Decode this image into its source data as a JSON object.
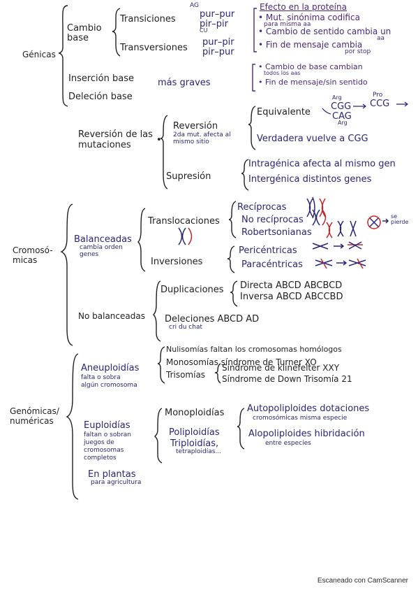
{
  "colors": {
    "ink_black": "#1f1f1f",
    "ink_navy": "#2a2575",
    "ink_purple": "#4a2a7a",
    "ink_red": "#c0282b"
  },
  "genicas": {
    "label": "Génicas",
    "cambio_base": "Cambio base",
    "transiciones": "Transiciones",
    "ag": "AG",
    "pur_pur": "pur–pur",
    "pir_pir": "pir–pir",
    "cu": "CU",
    "transversiones": "Transversiones",
    "pur_pir": "pur–pir",
    "pir_pur": "pir–pur",
    "insercion": "Inserción base",
    "delecion": "Deleción base",
    "mas_graves": "más graves",
    "efecto_title": "Efecto en la proteína",
    "efecto_1": "Mut. sinónima codifica",
    "efecto_1b": "para misma aa",
    "efecto_2": "Cambio de sentido cambia un",
    "efecto_2b": "aa",
    "efecto_3": "Fin de mensaje cambia",
    "efecto_3b": "por stop",
    "efecto_4": "Cambio de base cambian",
    "efecto_4b": "todos los aas",
    "efecto_5": "Fin de mensaje/sin sentido"
  },
  "reversion": {
    "label": "Reversión de las mutaciones",
    "reversion": "Reversión",
    "reversion_sub": "2da mut. afecta al mismo sitio",
    "equivalente": "Equivalente",
    "arg1": "Arg",
    "cgg1": "CGG",
    "pro": "Pro",
    "ccg": "CCG",
    "cag": "CAG",
    "arg2": "Arg",
    "verdadera": "Verdadera vuelve a CGG",
    "supresion": "Supresión",
    "intragenica": "Intragénica afecta al mismo gen",
    "intergenica": "Intergénica distintos genes"
  },
  "cromosomicas": {
    "label": "Cromosó- micas",
    "balanceadas": "Balanceadas",
    "balanceadas_sub": "cambia orden genes",
    "translocaciones": "Translocaciones",
    "reciprocas": "Recíprocas",
    "no_reciprocas": "No recíprocas",
    "robertsonianas": "Robertsonianas",
    "se_pierde": "se pierde",
    "inversiones": "Inversiones",
    "pericentricas": "Pericéntricas",
    "paracentricas": "Paracéntricas",
    "no_balanceadas": "No balanceadas",
    "duplicaciones": "Duplicaciones",
    "directa": "Directa ABCD ABCBCD",
    "inversa": "Inversa ABCD ABCCBD",
    "deleciones": "Deleciones ABCD AD",
    "cri_du_chat": "cri du chat"
  },
  "genomicas": {
    "label": "Genómicas/ numéricas",
    "aneuploidias": "Aneuploidías",
    "aneu_sub1": "falta o sobra",
    "aneu_sub2": "algún cromosoma",
    "nulisomias": "Nulisomías faltan los cromosomas homólogos",
    "monosomias": "Monosomías síndrome de Turner XO",
    "trisomias": "Trisomías",
    "klinefelter": "Síndrome de klinefelter XXY",
    "down": "Síndrome de Down Trisomía 21",
    "euploidias": "Euploidías",
    "eu_sub1": "faltan o sobran",
    "eu_sub2": "juegos de",
    "eu_sub3": "cromosomas",
    "eu_sub4": "completos",
    "en_plantas": "En plantas",
    "para_agricultura": "para agricultura",
    "monoploidias": "Monoploidías",
    "poliploidias": "Poliploidías",
    "triploidias": "Triploidías,",
    "tetraploidias": "tetraploidías...",
    "autopoliploides": "Autopoliploides dotaciones",
    "auto_sub": "cromosómicas misma especie",
    "alopoliploides": "Alopoliploides hibridación",
    "alo_sub": "entre especies"
  },
  "footer": "Escaneado con CamScanner"
}
